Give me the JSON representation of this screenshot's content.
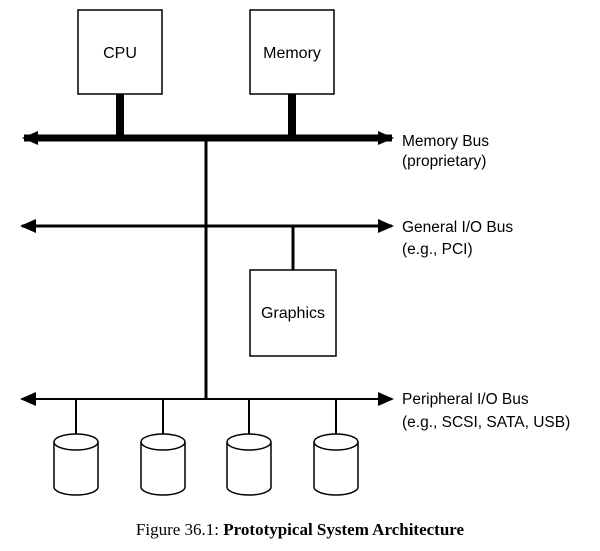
{
  "colors": {
    "ink": "#000000",
    "background": "#ffffff"
  },
  "components": {
    "cpu": "CPU",
    "memory": "Memory",
    "graphics": "Graphics"
  },
  "buses": {
    "memory_bus": {
      "name": "Memory Bus",
      "note": "(proprietary)"
    },
    "general_io_bus": {
      "name": "General I/O Bus",
      "note": "(e.g., PCI)"
    },
    "peripheral_io_bus": {
      "name": "Peripheral I/O Bus",
      "note": "(e.g., SCSI, SATA, USB)"
    }
  },
  "disks": [
    {
      "icon": "disk-icon"
    },
    {
      "icon": "disk-icon"
    },
    {
      "icon": "disk-icon"
    },
    {
      "icon": "disk-icon"
    }
  ],
  "caption": {
    "prefix": "Figure 36.1:",
    "title": "Prototypical System Architecture"
  }
}
